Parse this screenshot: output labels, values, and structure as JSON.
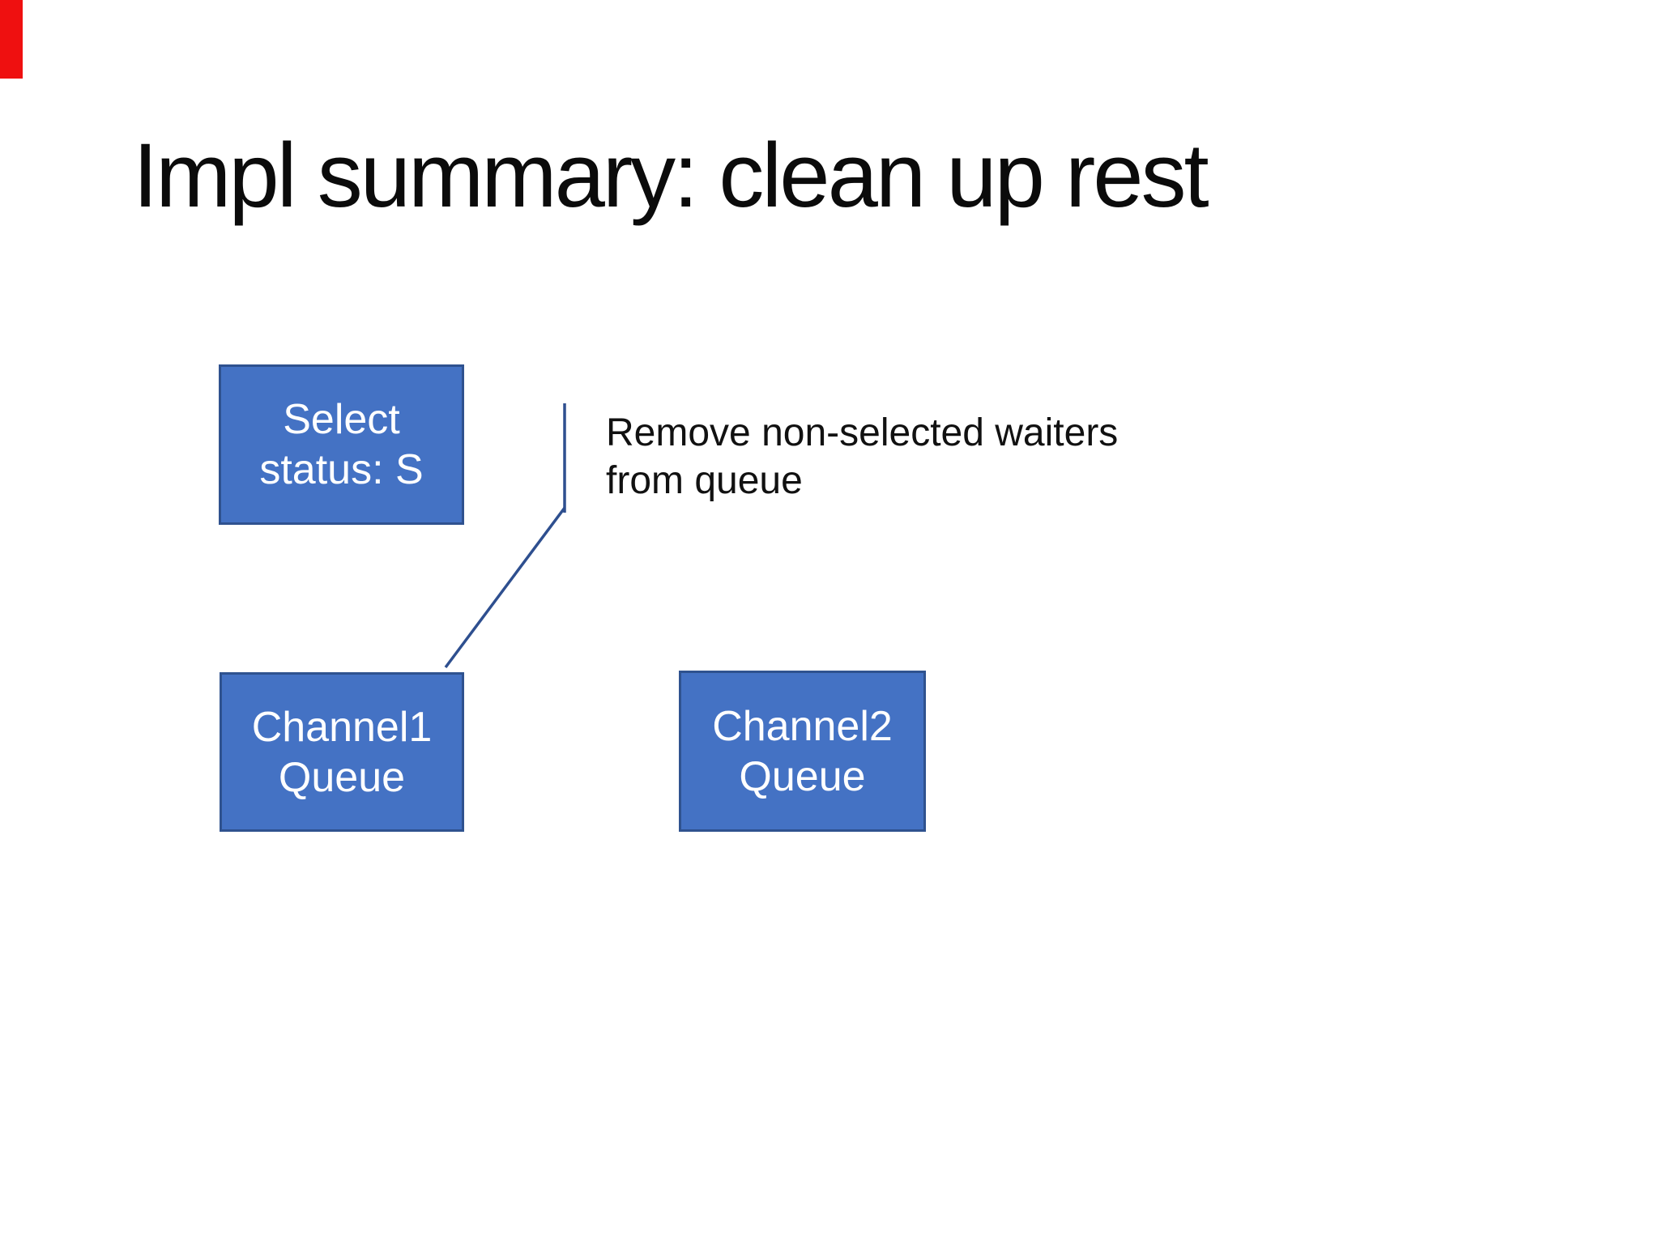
{
  "slide": {
    "title": "Impl summary: clean up rest",
    "annotation": {
      "line1": "Remove non-selected waiters",
      "line2": "from queue"
    },
    "boxes": {
      "select_status": {
        "line1": "Select",
        "line2": "status: S"
      },
      "channel1_queue": {
        "line1": "Channel1",
        "line2": "Queue"
      },
      "channel2_queue": {
        "line1": "Channel2",
        "line2": "Queue"
      }
    }
  },
  "colors": {
    "box_fill": "#4472C4",
    "box_border": "#2F528F",
    "connector": "#2E4F8F",
    "red_marker": "#EF1010",
    "title_text": "#0B0B0B",
    "body_text": "#111111",
    "box_text": "#FFFFFF",
    "background": "#FFFFFF"
  }
}
